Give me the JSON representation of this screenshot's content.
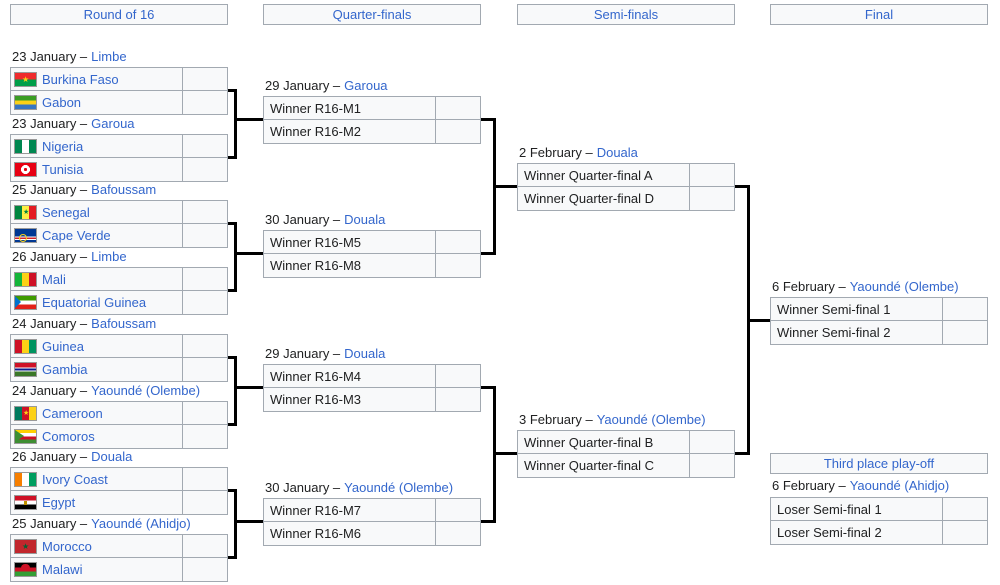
{
  "colors": {
    "link_blue": "#3366cc",
    "text_black": "#202122",
    "cell_bg": "#f8f9fa",
    "border_gray": "#a2a9b1",
    "connector_black": "#000000"
  },
  "headers": {
    "round_of_16": "Round of 16",
    "quarter_finals": "Quarter-finals",
    "semi_finals": "Semi-finals",
    "final": "Final",
    "third_place": "Third place play-off"
  },
  "r16": [
    {
      "date": "23 January –",
      "venue": "Limbe",
      "home": {
        "name": "Burkina Faso",
        "flag": "burkina-faso-flag"
      },
      "away": {
        "name": "Gabon",
        "flag": "gabon-flag"
      },
      "home_score": "",
      "away_score": ""
    },
    {
      "date": "23 January –",
      "venue": "Garoua",
      "home": {
        "name": "Nigeria",
        "flag": "nigeria-flag"
      },
      "away": {
        "name": "Tunisia",
        "flag": "tunisia-flag"
      },
      "home_score": "",
      "away_score": ""
    },
    {
      "date": "25 January –",
      "venue": "Bafoussam",
      "home": {
        "name": "Senegal",
        "flag": "senegal-flag"
      },
      "away": {
        "name": "Cape Verde",
        "flag": "cape-verde-flag"
      },
      "home_score": "",
      "away_score": ""
    },
    {
      "date": "26 January –",
      "venue": "Limbe",
      "home": {
        "name": "Mali",
        "flag": "mali-flag"
      },
      "away": {
        "name": "Equatorial Guinea",
        "flag": "equatorial-guinea-flag"
      },
      "home_score": "",
      "away_score": ""
    },
    {
      "date": "24 January –",
      "venue": "Bafoussam",
      "home": {
        "name": "Guinea",
        "flag": "guinea-flag"
      },
      "away": {
        "name": "Gambia",
        "flag": "gambia-flag"
      },
      "home_score": "",
      "away_score": ""
    },
    {
      "date": "24 January –",
      "venue": "Yaoundé (Olembe)",
      "home": {
        "name": "Cameroon",
        "flag": "cameroon-flag"
      },
      "away": {
        "name": "Comoros",
        "flag": "comoros-flag"
      },
      "home_score": "",
      "away_score": ""
    },
    {
      "date": "26 January –",
      "venue": "Douala",
      "home": {
        "name": "Ivory Coast",
        "flag": "ivory-coast-flag"
      },
      "away": {
        "name": "Egypt",
        "flag": "egypt-flag"
      },
      "home_score": "",
      "away_score": ""
    },
    {
      "date": "25 January –",
      "venue": "Yaoundé (Ahidjo)",
      "home": {
        "name": "Morocco",
        "flag": "morocco-flag"
      },
      "away": {
        "name": "Malawi",
        "flag": "malawi-flag"
      },
      "home_score": "",
      "away_score": ""
    }
  ],
  "qf": [
    {
      "date": "29 January –",
      "venue": "Garoua",
      "home": "Winner R16-M1",
      "away": "Winner R16-M2",
      "home_score": "",
      "away_score": ""
    },
    {
      "date": "30 January –",
      "venue": "Douala",
      "home": "Winner R16-M5",
      "away": "Winner R16-M8",
      "home_score": "",
      "away_score": ""
    },
    {
      "date": "29 January –",
      "venue": "Douala",
      "home": "Winner R16-M4",
      "away": "Winner R16-M3",
      "home_score": "",
      "away_score": ""
    },
    {
      "date": "30 January –",
      "venue": "Yaoundé (Olembe)",
      "home": "Winner R16-M7",
      "away": "Winner R16-M6",
      "home_score": "",
      "away_score": ""
    }
  ],
  "sf": [
    {
      "date": "2 February –",
      "venue": "Douala",
      "home": "Winner Quarter-final A",
      "away": "Winner Quarter-final D",
      "home_score": "",
      "away_score": ""
    },
    {
      "date": "3 February –",
      "venue": "Yaoundé (Olembe)",
      "home": "Winner Quarter-final B",
      "away": "Winner Quarter-final C",
      "home_score": "",
      "away_score": ""
    }
  ],
  "final": {
    "date": "6 February –",
    "venue": "Yaoundé (Olembe)",
    "home": "Winner Semi-final 1",
    "away": "Winner Semi-final 2",
    "home_score": "",
    "away_score": ""
  },
  "third": {
    "date": "6 February –",
    "venue": "Yaoundé (Ahidjo)",
    "home": "Loser Semi-final 1",
    "away": "Loser Semi-final 2",
    "home_score": "",
    "away_score": ""
  }
}
